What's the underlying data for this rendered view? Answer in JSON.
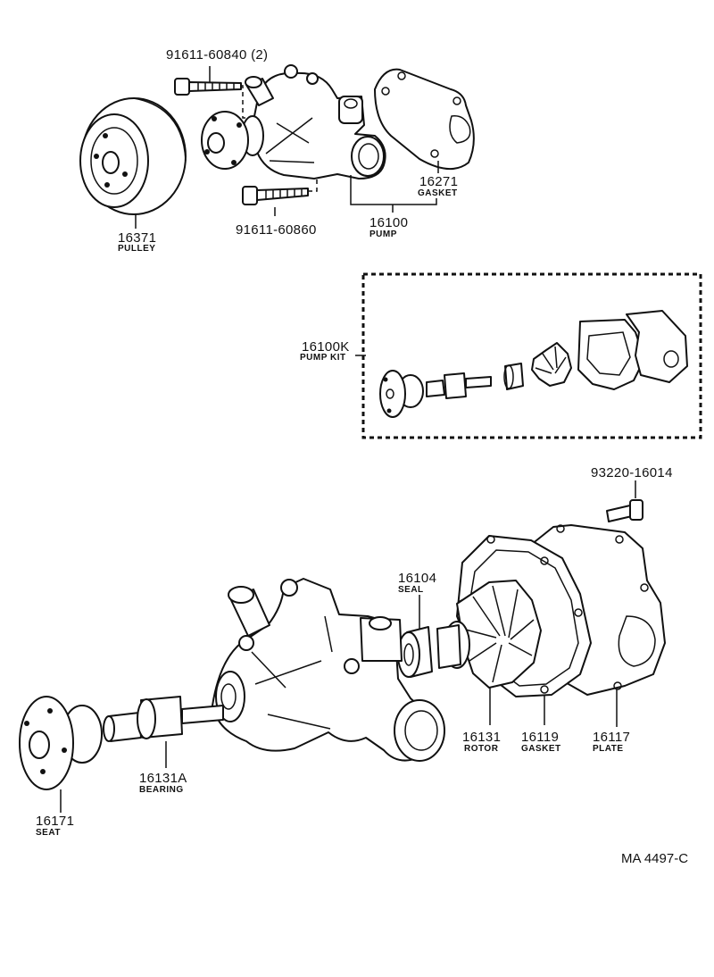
{
  "callouts": {
    "bolt_top": {
      "number": "91611-60840 (2)",
      "name": ""
    },
    "bolt_bottom": {
      "number": "91611-60860",
      "name": ""
    },
    "gasket_top": {
      "number": "16271",
      "name": "GASKET"
    },
    "pump": {
      "number": "16100",
      "name": "PUMP"
    },
    "pulley": {
      "number": "16371",
      "name": "PULLEY"
    },
    "pump_kit": {
      "number": "16100K",
      "name": "PUMP KIT"
    },
    "bolt_right": {
      "number": "93220-16014",
      "name": ""
    },
    "seal": {
      "number": "16104",
      "name": "SEAL"
    },
    "rotor": {
      "number": "16131",
      "name": "ROTOR"
    },
    "gasket_bottom": {
      "number": "16119",
      "name": "GASKET"
    },
    "plate": {
      "number": "16117",
      "name": "PLATE"
    },
    "bearing": {
      "number": "16131A",
      "name": "BEARING"
    },
    "seat": {
      "number": "16171",
      "name": "SEAT"
    }
  },
  "drawing_ref": "MA 4497-C"
}
